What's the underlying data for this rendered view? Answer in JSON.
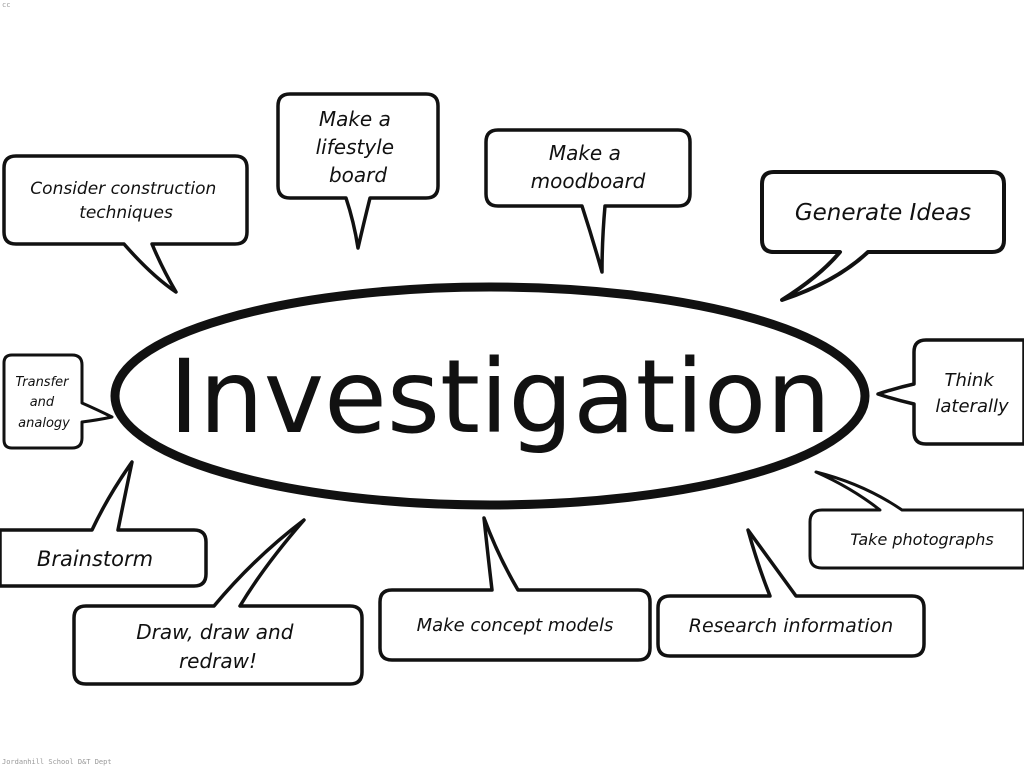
{
  "center": {
    "title": "Investigation"
  },
  "bubbles": {
    "consider_construction": [
      "Consider construction",
      "techniques"
    ],
    "lifestyle_board": [
      "Make a",
      "lifestyle",
      "board"
    ],
    "moodboard": [
      "Make a",
      "moodboard"
    ],
    "generate_ideas": [
      "Generate Ideas"
    ],
    "transfer_analogy": [
      "Transfer",
      "and",
      "analogy"
    ],
    "think_laterally": [
      "Think",
      "laterally"
    ],
    "brainstorm": [
      "Brainstorm"
    ],
    "take_photographs": [
      "Take photographs"
    ],
    "draw_redraw": [
      "Draw, draw and",
      "redraw!"
    ],
    "concept_models": [
      "Make concept models"
    ],
    "research_information": [
      "Research information"
    ]
  },
  "footer": {
    "credit": "Jordanhill School D&T Dept"
  },
  "corner_mark": "cc",
  "colors": {
    "ink": "#111111",
    "paper": "#ffffff"
  }
}
